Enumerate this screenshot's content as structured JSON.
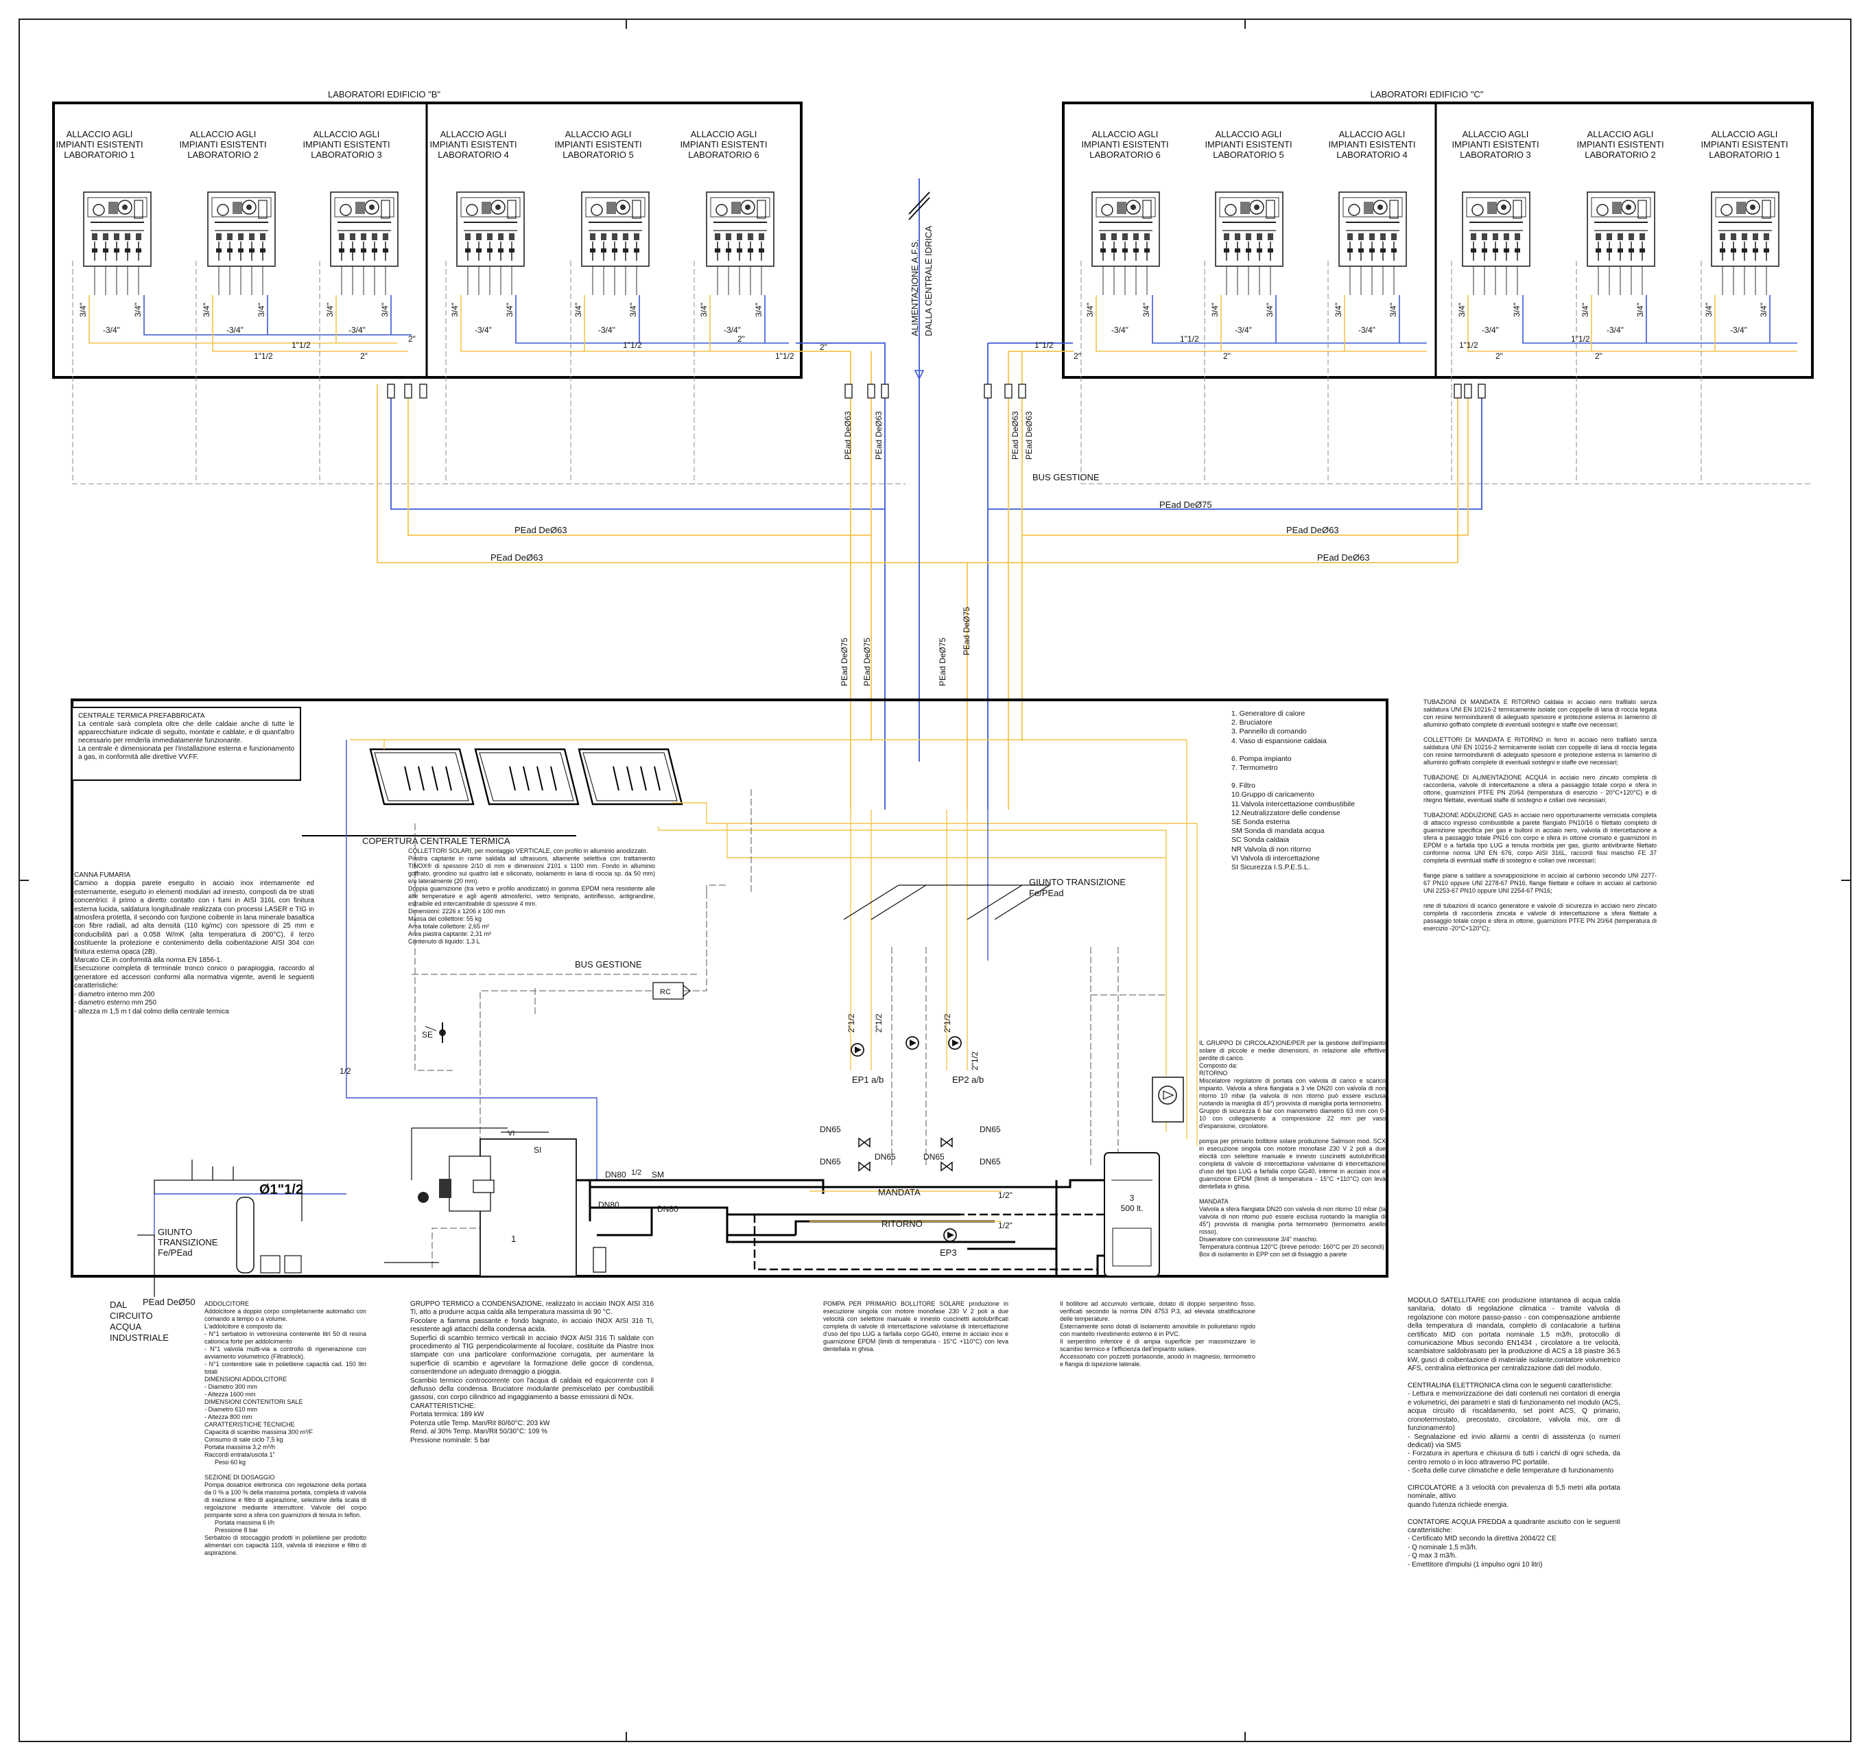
{
  "building_b": {
    "title": "LABORATORI EDIFICIO \"B\"",
    "units": [
      "ALLACCIO AGLI\nIMPIANTI ESISTENTI\nLABORATORIO 1",
      "ALLACCIO AGLI\nIMPIANTI ESISTENTI\nLABORATORIO 2",
      "ALLACCIO AGLI\nIMPIANTI ESISTENTI\nLABORATORIO 3",
      "ALLACCIO AGLI\nIMPIANTI ESISTENTI\nLABORATORIO 4",
      "ALLACCIO AGLI\nIMPIANTI ESISTENTI\nLABORATORIO 5",
      "ALLACCIO AGLI\nIMPIANTI ESISTENTI\nLABORATORIO 6"
    ]
  },
  "building_c": {
    "title": "LABORATORI EDIFICIO \"C\"",
    "units": [
      "ALLACCIO AGLI\nIMPIANTI ESISTENTI\nLABORATORIO 6",
      "ALLACCIO AGLI\nIMPIANTI ESISTENTI\nLABORATORIO 5",
      "ALLACCIO AGLI\nIMPIANTI ESISTENTI\nLABORATORIO 4",
      "ALLACCIO AGLI\nIMPIANTI ESISTENTI\nLABORATORIO 3",
      "ALLACCIO AGLI\nIMPIANTI ESISTENTI\nLABORATORIO 2",
      "ALLACCIO AGLI\nIMPIANTI ESISTENTI\nLABORATORIO 1"
    ]
  },
  "pipe_sizes": {
    "three_quarter": "3/4\"",
    "three_quarter_dash": "-3/4\"",
    "one_half": "1\"1/2",
    "two": "2\"",
    "two_half": "2\"1/2",
    "dn65": "DN65",
    "dn80": "DN80",
    "half": "1/2\"",
    "phi": "Ø1\"1/2",
    "half_small": "1/2"
  },
  "mains": {
    "water_supply": "ALIMENTAZIONE A.F.S.\nDALLA CENTRALE IDRICA",
    "bus": "BUS GESTIONE",
    "pead75": "PEad DeØ75",
    "pead63": "PEad DeØ63",
    "pead50": "PEad DeØ50"
  },
  "plant": {
    "roof": "COPERTURA CENTRALE TERMICA",
    "transition_joint": "GIUNTO TRANSIZIONE\nFe/PEad",
    "transition_joint_left": "GIUNTO\nTRANSIZIONE\nFe/PEad",
    "industrial_water": "DAL\nCIRCUITO\nACQUA\nINDUSTRIALE",
    "mandata": "MANDATA",
    "ritorno": "RITORNO",
    "ep1": "EP1 a/b",
    "ep2": "EP2 a/b",
    "ep3": "EP3",
    "tank": "3\n500 lt.",
    "boiler": "1",
    "rc": "RC",
    "se": "SE",
    "sm": "SM",
    "si": "SI",
    "vi": "VI"
  },
  "legend": [
    "1. Generatore di calore",
    "2. Bruciatore",
    "3. Pannello di comando",
    "4. Vaso di espansione caldaia",
    "",
    "6. Pompa impianto",
    "7. Termometro",
    "",
    "9. Filtro",
    "10.Gruppo di caricamento",
    "11.Valvola intercettazione combustibile",
    "12.Neutralizzatore delle condense",
    "SE Sonda esterna",
    "SM Sonda di mandata acqua",
    "SC Sonda caldaia",
    "NR Valvola di non ritorno",
    "VI  Valvola di intercettazione",
    "SI  Sicurezza I.S.P.E.S.L."
  ],
  "notes": {
    "centrale": "CENTRALE TERMICA PREFABBRICATA\nLa centrale sarà completa oltre che delle caldaie anche di tutte le apparecchiature indicate di seguito, montate e cablate, e di quant'altro necessario per renderla immediatamente funzionante.\nLa centrale è dimensionata per l'installazione esterna e funzionamento a gas, in conformità alle direttive VV.FF.",
    "canna": "CANNA FUMARIA\nCamino a doppia parete eseguito in acciaio inox internamente ed esternamente, eseguito in elementi modulari ad innesto, composti da tre strati concentrici: il primo a diretto contatto con i fumi in AISI 316L con finitura esterna lucida, saldatura longitudinale realizzata con processi LASER e TIG in atmosfera protetta, il secondo con funzione coibente in lana minerale basaltica con fibre radiali, ad alta densità (110 kg/mc) con spessore di 25 mm e conducibilità pari a 0.058 W/mK (alta temperatura di 200°C), il terzo costituente la protezione e contenimento della coibentazione AISI 304 con finitura esterna opaca (2B).\nMarcato CE in conformità alla norma EN 1856-1.\nEsecuzione completa di terminale tronco conico o parapioggia, raccordo al generatore ed accessori conformi alla normativa vigente, aventi le seguenti caratteristiche:\n- diametro interno mm 200\n- diametro esterno mm 250\n- altezza m 1,5 m t dal colmo della centrale termica",
    "collettori_solari": "COLLETTORI SOLARI, per montaggio VERTICALE, con profilo in alluminio anodizzato.\nPiastra captante in rame saldata ad ultrasuoni, altamente selettiva con trattamento TINOX® di spessore 2/10 di mm e dimensioni 2101 x 1100 mm. Fondo in alluminio goffrato, grondino sui quattro lati e siliconato, isolamento in lana di roccia sp. da 50 mm) e/o lateralmente (20 mm).\nDoppia guarnizione (tra vetro e profilo anodizzato) in gomma EPDM nera resistente alle alte temperature e agli agenti atmosferici, vetro temprato, antiriflesso, antigrandine, estraibile ed intercambiabile di spessore 4 mm.\nDimensioni: 2226 x 1206 x 100 mm\nMassa del collettore: 55 kg\nArea totale collettore: 2,65 m²\nArea piastra captante: 2,31 m²\nContenuto di liquido: 1,3 L",
    "gruppo_circolazione": "IL GRUPPO DI CIRCOLAZIONE/PER per la gestione dell'impianto solare di piccole e medie dimensioni, in relazione alle effettive perdite di carico.\nComposto da:\nRITORNO\nMiscelatore regolatore di portata con valvola di carico e scarico impianto. Valvola a sfera flangiata a 3 vie DN20 con valvola di non ritorno 10 mbar (la valvola di non ritorno può essere esclusa ruotando la maniglia di 45°) provvista di maniglia porta termometro.\nGruppo di sicurezza 6 bar con manometro diametro 63 mm con 0-10 con collegamento a compressione 22 mm per vaso d'espansione, circolatore.\n\npompa per primario bollitore solare produzione Salmson mod. SCX in esecuzione singola con motore monofase 230 V 2 poli a due elocità con selettore manuale e innesto cuscinetti autolubrificati completa di valvole di intercettazione valvolame di intercettazione d'uso del tipo LUG a farfalla corpo GG40, interne in acciaio inox e guarnizione EPDM (limiti di temperatura - 15°C +110°C) con levà dentellata in ghisa.\n\nMANDATA\nValvola a sfera flangiata DN20 con valvola di non ritorno 10 mbar (la valvola di non ritorno può essere esclusa ruotando la maniglia di 45°) provvista di maniglia porta termometro (termometro anello rosso).\nDisaeratore con connessione 3/4\" maschio.\nTemperatura continua 120°C (breve periodo: 160°C per 20 secondi)\nBox di isolamento in EPP con set di fissaggio a parete",
    "tubazioni": "TUBAZIONI DI MANDATA E RITORNO caldaia in acciaio nero trafilato senza saldatura UNI EN 10216-2 termicamente isolate con coppelle di lana di roccia legata con resine termoindurenti di adeguato spessore e protezione esterna in lamierino di alluminio goffrato complete di eventuali sostegni e staffe ove necessari;\n\nCOLLETTORI DI MANDATA E RITORNO in ferro in acciaio nero trafilato senza saldatura UNI EN 10216-2 termicamente isolati con coppelle di lana di roccia legata con resine termoindurenti di adeguato spessore e protezione esterna in lamierino di alluminio goffrato complete di eventuali sostegni e staffe ove necessari;\n\nTUBAZIONE DI ALIMENTAZIONE ACQUA in acciaio nero zincato completa di raccorderia, valvole di intercettazione a sfera a passaggio totale corpo e sfera in ottone, guarnizioni PTFE PN 20/64 (temperatura di esercizio - 20°C+120°C) e di ritegno filettate, eventuali staffe di sostegno e collari ove necessari;\n\nTUBAZIONE ADDUZIONE GAS in acciaio nero opportunamente verniciata completa di attacco ingresso combustibile a parete flangiato PN10/16 o filettato completo di guarnizione specifica per gas e bulloni in acciaio nero, valvola di intercettazione a sfera a passaggio totale PN16 con corpo e sfera in ottone cromato e guarnizioni in EPDM o a farfalla tipo LUG a tenuta morbida per gas, giunto antivibrante filettato conforme norma UNI EN 676, corpo AISI 316L, raccordi fissi maschio FE 37 completa di eventuali staffe di sostegno e collari ove necessari;\n\nflange piane a saldare a sovrapposizione in acciaio al carbonio secondo UNI 2277-67 PN10 oppure UNI 2278-67 PN16, flange filettate e collare in acciaio al carbonio UNI 2253-67 PN10 oppure UNI 2254-67 PN16;\n\nrete di tubazioni di scarico generatore e valvole di sicurezza in acciaio nero zincato completa di raccorderia zincata e valvole di intercettazione a sfera filettate a passaggio totale corpo e sfera in ottone, guarnizioni PTFE PN 20/64 (temperatura di esercizio -20°C+120°C);",
    "addolcitore": "ADDOLCITORE\nAddolcitore a doppio corpo completamente automatici con comando a tempo o a volume.\nL'addolcitore è composto da:\n- N°1 serbatoio in vetroresina contenente litri 50 di resina cationica forte per addolcimento\n- N°1 valvola multi-via a controllo di rigenerazione con avviamento volumetrico (Filtrablock).\n- N°1 contenitore sale in polietilene capacità cad. 150 litri totali\nDIMENSIONI ADDOLCITORE\n- Diametro 300 mm\n- Altezza 1600 mm\nDIMENSIONI CONTENITORI SALE\n- Diametro 610 mm\n- Altezza 800 mm\nCARATTERISTICHE TECNICHE\nCapacità di scambio massima 300 m³/F\nConsumo di sale ciclo 7,5 kg\nPortata massima 3,2 m³/h\nRaccordi entrata/uscita 1\"\n      Peso 60 kg\n\nSEZIONE DI DOSAGGIO\nPompa dosatrice elettronica con regolazione della portata da 0 % a 100 % della massima portata, completa di valvola di iniezione e filtro di aspirazione, selezione della scala di regolazione mediante interruttore. Valvole del corpo pompante sono a sfera con guarnizioni di tenuta in teflon.\n      Portata massima 6 l/h\n      Pressione 8 bar\nSerbatoio di stoccaggio prodotti in polietilene per prodotto alimentari con capacità 110l, valvola di iniezione e filtro di aspirazione.",
    "gruppo_termico": "GRUPPO TERMICO a CONDENSAZIONE, realizzato in acciaio INOX AISI 316 Ti, atto a produrre acqua calda alla temperatura massima di 90 °C.\nFocolare a fiamma passante e fondo bagnato, in acciaio INOX AISI 316 Ti, resistente agli attacchi della condensa acida.\nSuperfici di scambio termico verticali in acciaio INOX AISI 316 Ti saldate con procedimento al TIG perpendicolarmente al focolare, costituite da Piastre Inox stampate con una particolare conformazione corrugata, per aumentare la superficie di scambio e agevolare la formazione delle gocce di condensa, consentendone un adeguato drenaggio a pioggia.\nScambio termico controcorrente con l'acqua di caldaia ed equicorrente con il deflusso della condensa. Bruciatore modulante premiscelato per combustibili gassosi, con corpo cilindrico ad ingaggiamento a basse emissioni di NOx.\nCARATTERISTICHE:\nPortata termica: 189 kW\nPotenza utile Temp. Man/Rit 80/60°C: 203 kW\nRend. al 30% Temp. Man/Rit 50/30°C: 109 %\nPressione nominale: 5 bar",
    "pompa_primario": "POMPA PER PRIMARIO BOLLITORE SOLARE produzione in esecuzione singola con motore monofase 230 V 2 poli a due velocità con selettore manuale e innesto cuscinetti autolubrificati completa di valvole di intercettazione valvolame di intercettazione d'uso del tipo LUG a farfalla corpo GG40, interne in acciaio inox e guarnizione EPDM (limiti di temperatura - 15°C +110°C) con leva dentellata in ghisa.",
    "bollitore": "Il bollitore ad accumulo verticale, dotato di doppio serpentino fisso, verificati secondo la norma DIN 4753 P.3, ad elevata stratificazione delle temperature.\nEsternamente sono dotati di isolamento amovibile in poliuretano rigido con mantello rivestimento esterno è in PVC.\nIl serpentino inferiore è di ampia superficie per massimizzare lo scambio termico e l'efficienza dell'impianto solare.\nAccessoriato con pozzetti portasonde, anodo in magnesio, termometro e flangia di ispezione laterale.",
    "modulo_satellitare": "MODULO SATELLITARE con produzione istantanea di acqua calda sanitaria, dotato di regolazione climatica - tramite valvola di regolazione con motore passo-passo - con compensazione ambiente della temperatura di mandata, completo di contacalorie a turbina certificato MID con portata nominale 1,5 m3/h, protocollo di comunicazione Mbus secondo EN1434 , circolatore a tre velocità, scambiatore saldobrasato per la produzione di ACS a 18 piastre 36.5 kW, gusci di coibentazione di materiale isolante,contatore volumetrico AFS, centralina elettronica per centralizzazione dati del modulo.\n\nCENTRALINA ELETTRONICA clima con le seguenti caratteristiche:\n- Lettura e memorizzazione dei dati contenuti nei contatori di energia e volumetrici, dei parametri e stati di funzionamento nel modulo (ACS, acqua circuito di riscaldamento, set point ACS, Q primario, cronotermostato, precostato, circolatore, valvola mix, ore di funzionamento)\n- Segnalazione ed invio allarmi a centri di assistenza (o numeri dedicati) via SMS\n- Forzatura in apertura e chiusura di tutti i carichi di ogni scheda, da centro remoto o in loco attraverso PC portatile.\n- Scelta delle curve climatiche e delle temperature di funzionamento\n\nCIRCOLATORE a 3 velocità con prevalenza di 5,5 metri alla portata nominale, attivo\nquando l'utenza richiede energia.\n\nCONTATORE ACQUA FREDDA a quadrante asciutto con le seguenti caratteristiche:\n- Certificato MID secondo la direttiva 2004/22 CE\n- Q nominale 1,5 m3/h.\n- Q max 3 m3/h.\n- Emettitore d'impulsi (1 impulso ogni 10 litri)"
  }
}
